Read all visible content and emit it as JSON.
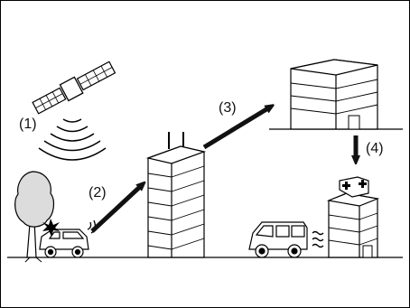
{
  "labels": {
    "step1": "(1)",
    "step2": "(2)",
    "step3": "(3)",
    "step4": "(4)"
  },
  "icons": [
    "satellite-icon",
    "signal-waves-icon",
    "tree-icon",
    "crashed-car-icon",
    "transmission-waves-icon",
    "call-center-building-icon",
    "service-building-icon",
    "hospital-building-icon",
    "ambulance-van-icon",
    "motion-lines-icon",
    "arrow-icon"
  ],
  "colors": {
    "stroke": "#000000",
    "fill": "#ffffff",
    "tree": "#dcdcdc",
    "arrow": "#111111"
  }
}
